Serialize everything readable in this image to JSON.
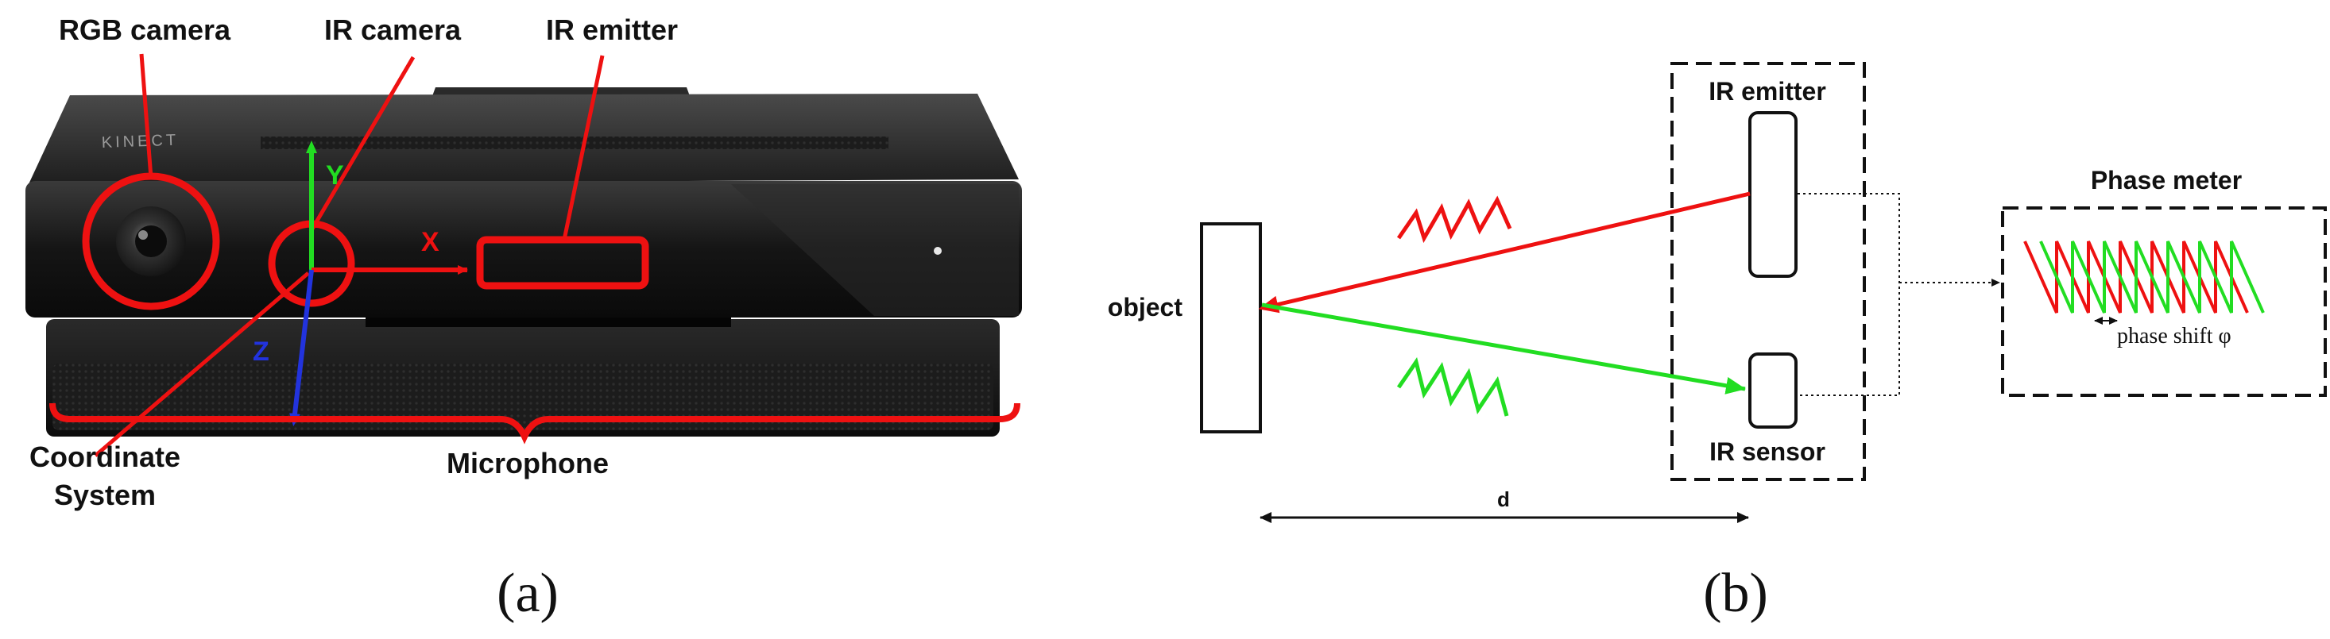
{
  "panel_a": {
    "labels": {
      "rgb_camera": "RGB camera",
      "ir_camera": "IR camera",
      "ir_emitter": "IR emitter",
      "coordinate_line1": "Coordinate",
      "coordinate_line2": "System",
      "microphone": "Microphone",
      "axis_x": "X",
      "axis_y": "Y",
      "axis_z": "Z",
      "brand": "KINECT"
    },
    "caption": "(a)"
  },
  "panel_b": {
    "labels": {
      "object": "object",
      "ir_emitter": "IR emitter",
      "ir_sensor": "IR sensor",
      "phase_meter": "Phase meter",
      "phase_shift": "phase shift φ",
      "distance": "d"
    },
    "caption": "(b)"
  },
  "colors": {
    "annotation_red": "#ee1111",
    "reflected_green": "#22dd22",
    "axis_blue": "#2233dd",
    "device_body": "#1a1a1a",
    "line_black": "#111111"
  }
}
